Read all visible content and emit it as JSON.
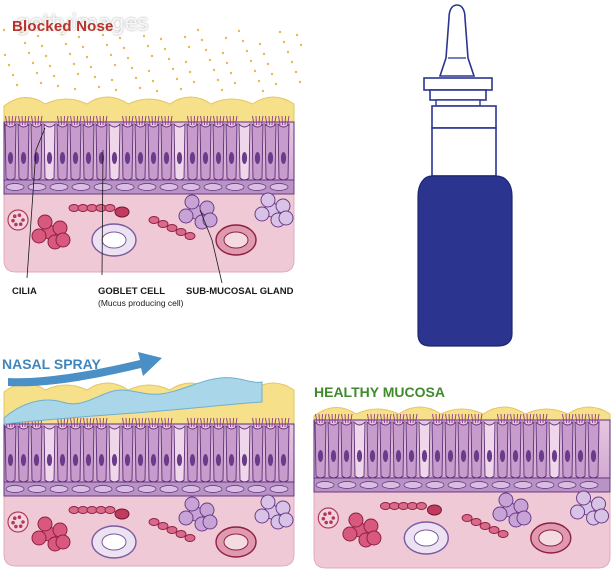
{
  "labels": {
    "top_title": "Blocked Nose",
    "cilia": "CILIA",
    "goblet_cell": "GOBLET CELL",
    "goblet_cell_note": "(Mucus producing cell)",
    "submucosal_gland": "SUB-MUCOSAL GLAND",
    "nasal_spray": "NASAL SPRAY",
    "healthy_mucosa": "HEALTHY MUCOSA"
  },
  "watermark": "gettyimages",
  "colors": {
    "mucus": "#f6e08a",
    "mucus_dots": "#e7b94a",
    "epithelium": "#c9a0cc",
    "cell_outline": "#5c2f78",
    "cilia": "#8e3a86",
    "submucosa": "#f0c9d6",
    "spray_liquid": "#a9d6e8",
    "spray_arrow": "#4a8fc6",
    "bottle": "#2b3590",
    "title_red": "#b8322a",
    "title_blue": "#3f86bc",
    "title_green": "#3f8a2c"
  },
  "icons": [
    "nasal-spray-bottle-icon",
    "spray-arrow-icon"
  ]
}
